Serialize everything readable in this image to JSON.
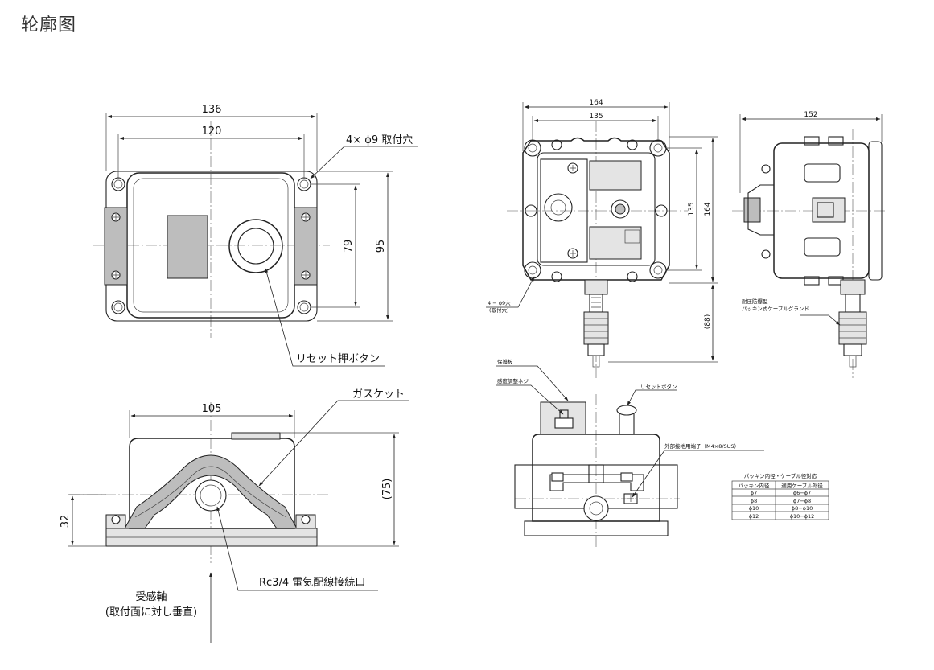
{
  "page": {
    "title": "轮廓图"
  },
  "left_view": {
    "top": {
      "dims": {
        "width_outer": "136",
        "width_inner": "120",
        "height_inner": "79",
        "height_outer": "95"
      },
      "labels": {
        "mount_holes": "4× ϕ9 取付穴",
        "reset_button": "リセット押ボタン"
      }
    },
    "front": {
      "dims": {
        "width": "105",
        "height_total": "(75)",
        "height_base": "32"
      },
      "labels": {
        "gasket": "ガスケット",
        "conduit": "Rc3/4 電気配線接続口",
        "axis_1": "受感軸",
        "axis_2": "(取付面に対し垂直)"
      }
    }
  },
  "right_view": {
    "front": {
      "dims": {
        "width_outer": "164",
        "width_inner": "135",
        "height_inner": "135",
        "height_outer": "164",
        "gland_length": "(88)"
      },
      "labels": {
        "holes_1": "4 − ϕ9穴",
        "holes_2": "(取付穴)"
      }
    },
    "side": {
      "dims": {
        "width": "152"
      },
      "labels": {
        "gland_1": "耐圧防爆型",
        "gland_2": "パッキン式ケーブルグランド"
      }
    },
    "bottom": {
      "labels": {
        "cover_plate": "保護板",
        "sens_screw": "感度調整ネジ",
        "reset_button": "リセットボタン",
        "ext_terminal": "外部接地用端子（M4×8/SUS）"
      }
    },
    "packing_table": {
      "title": "パッキン内径・ケーブル径対応",
      "headers": [
        "パッキン内径",
        "適用ケーブル外径"
      ],
      "rows": [
        [
          "ϕ7",
          "ϕ6−ϕ7"
        ],
        [
          "ϕ8",
          "ϕ7−ϕ8"
        ],
        [
          "ϕ10",
          "ϕ8−ϕ10"
        ],
        [
          "ϕ12",
          "ϕ10−ϕ12"
        ]
      ]
    }
  }
}
